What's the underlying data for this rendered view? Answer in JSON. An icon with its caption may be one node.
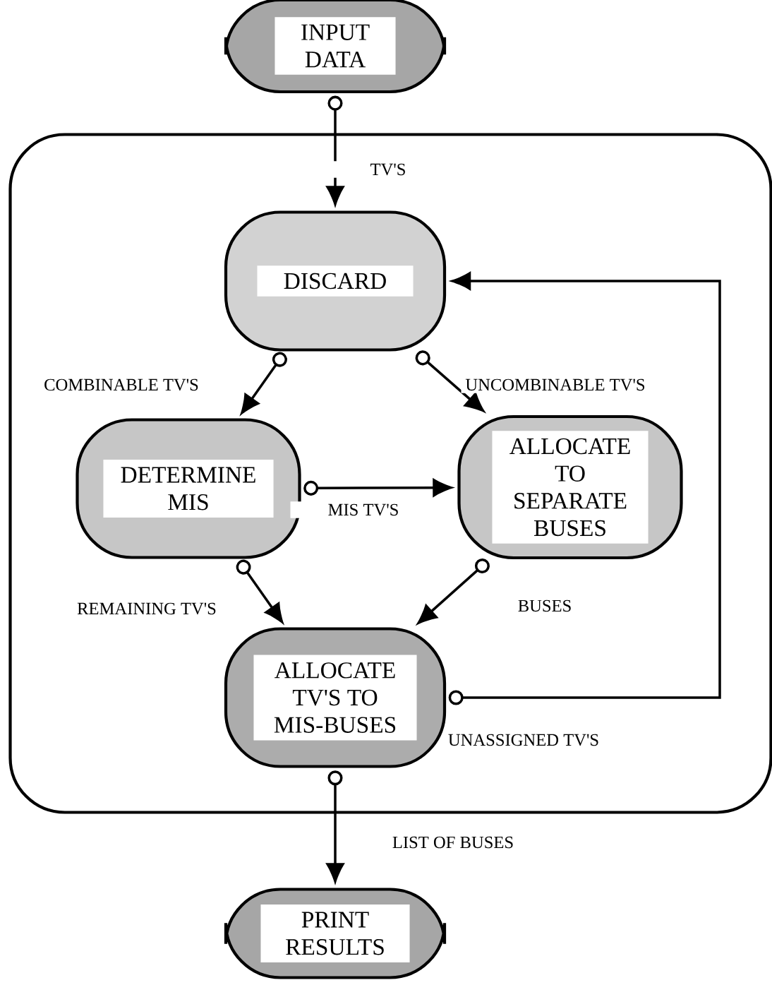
{
  "diagram": {
    "nodes": [
      {
        "text": [
          "INPUT DATA"
        ]
      },
      {
        "text": [],
        "shape": "box"
      },
      {
        "text": [
          "DISCARD"
        ],
        "in": 1
      },
      {
        "text": [
          "DETERMINE MIS"
        ],
        "in": 1
      },
      {
        "text": [
          "ALLOCATE TO SEPARATE BUSES"
        ],
        "in": 1
      },
      {
        "text": [
          "ALLOCATE TV'S TO MIS-BUSES"
        ],
        "in": 1
      },
      {
        "text": [
          "PRINT RESULTS"
        ]
      }
    ],
    "edges": [
      {
        "from": 0,
        "to": 2,
        "arrow": "to",
        "label": "TV'S"
      },
      {
        "from": 2,
        "to": 3,
        "arrow": "to",
        "label": "COMBINABLE TV'S"
      },
      {
        "from": 2,
        "to": 4,
        "arrow": "to",
        "label": "UNCOMBINABLE TV'S"
      },
      {
        "from": 3,
        "to": 4,
        "arrow": "to",
        "label": "MIS TV'S"
      },
      {
        "from": 3,
        "to": 5,
        "arrow": "to",
        "label": "REMAINING TV'S"
      },
      {
        "from": 4,
        "to": 5,
        "arrow": "to",
        "label": "BUSES"
      },
      {
        "from": 5,
        "to": 2,
        "arrow": "to",
        "label": "UNASSIGNED TV'S"
      },
      {
        "from": 5,
        "to": 6,
        "arrow": "to",
        "label": "LIST OF BUSES"
      }
    ]
  }
}
